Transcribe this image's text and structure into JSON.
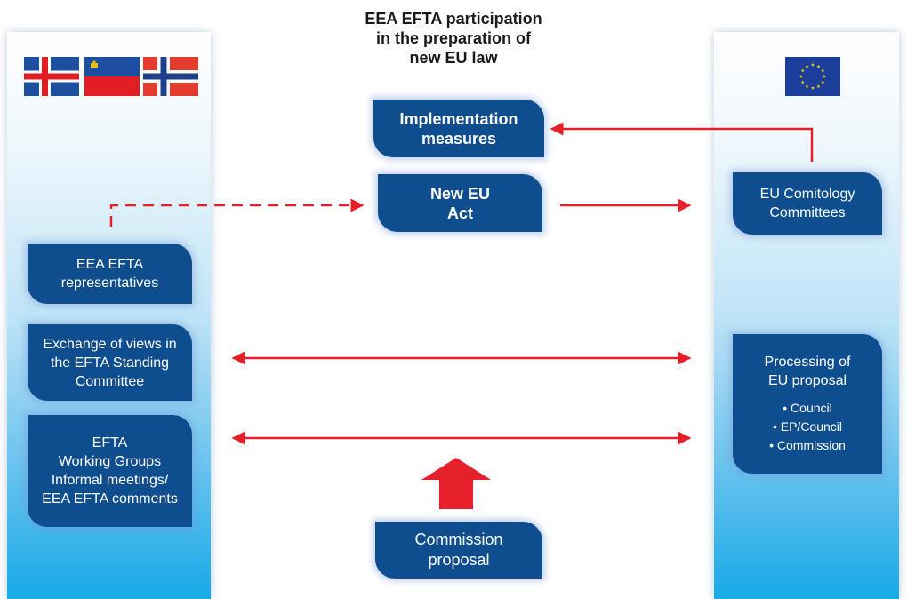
{
  "title": {
    "line1": "EEA EFTA participation",
    "line2": "in the preparation of",
    "line3": "new EU law"
  },
  "left_flags": [
    "iceland-flag",
    "liechtenstein-flag",
    "norway-flag"
  ],
  "right_flag": "eu-flag",
  "colors": {
    "box": "#0e4d8e",
    "arrow": "#e5202a",
    "column_top": "#ffffff",
    "column_bottom": "#18aae8"
  },
  "boxes": {
    "implementation": {
      "line1": "Implementation",
      "line2": "measures"
    },
    "new_act": {
      "line1": "New EU",
      "line2": "Act"
    },
    "commission": {
      "line1": "Commission",
      "line2": "proposal"
    },
    "comitology": {
      "line1": "EU Comitology",
      "line2": "Committees"
    },
    "representatives": {
      "line1": "EEA EFTA",
      "line2": "representatives"
    },
    "exchange": {
      "line1": "Exchange of views in",
      "line2": "the EFTA Standing",
      "line3": "Committee"
    },
    "working_groups": {
      "line1": "EFTA",
      "line2": "Working Groups",
      "line3": "Informal meetings/",
      "line4": "EEA EFTA comments"
    },
    "processing": {
      "line1": "Processing of",
      "line2": "EU proposal",
      "items": [
        "• Council",
        "• EP/Council",
        "• Commission"
      ]
    }
  }
}
